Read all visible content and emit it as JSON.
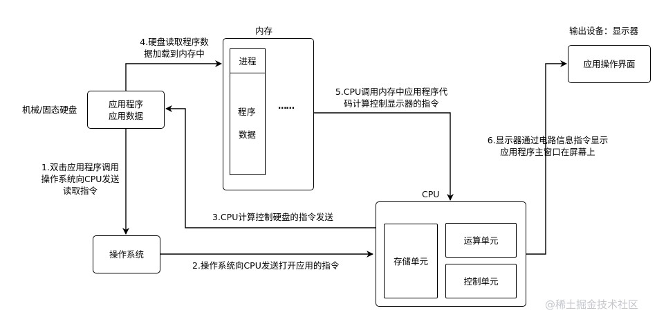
{
  "labels": {
    "disk": "机械/固态硬盘",
    "memory": "内存",
    "output_device": "输出设备：显示器",
    "cpu": "CPU",
    "watermark": "@稀土掘金技术社区"
  },
  "boxes": {
    "app": {
      "line1": "应用程序",
      "line2": "应用数据"
    },
    "os": "操作系统",
    "process": "进程",
    "program_char1": "程",
    "program_char2": "序",
    "data": "数据",
    "ellipsis": "……",
    "app_interface": "应用操作界面",
    "storage_unit": "存储单元",
    "alu": "运算单元",
    "control_unit": "控制单元"
  },
  "steps": {
    "s1": {
      "line1": "1.双击应用程序调用",
      "line2": "操作系统向CPU发送",
      "line3": "读取指令"
    },
    "s2": "2.操作系统向CPU发送打开应用的指令",
    "s3": "3.CPU计算控制硬盘的指令发送",
    "s4": {
      "line1": "4.硬盘读取程序数",
      "line2": "据加载到内存中"
    },
    "s5": {
      "line1": "5.CPU调用内存中应用程序代",
      "line2": "码计算控制显示器的指令"
    },
    "s6": {
      "line1": "6.显示器通过电路信息指令显示",
      "line2": "应用程序主窗口在屏幕上"
    }
  }
}
